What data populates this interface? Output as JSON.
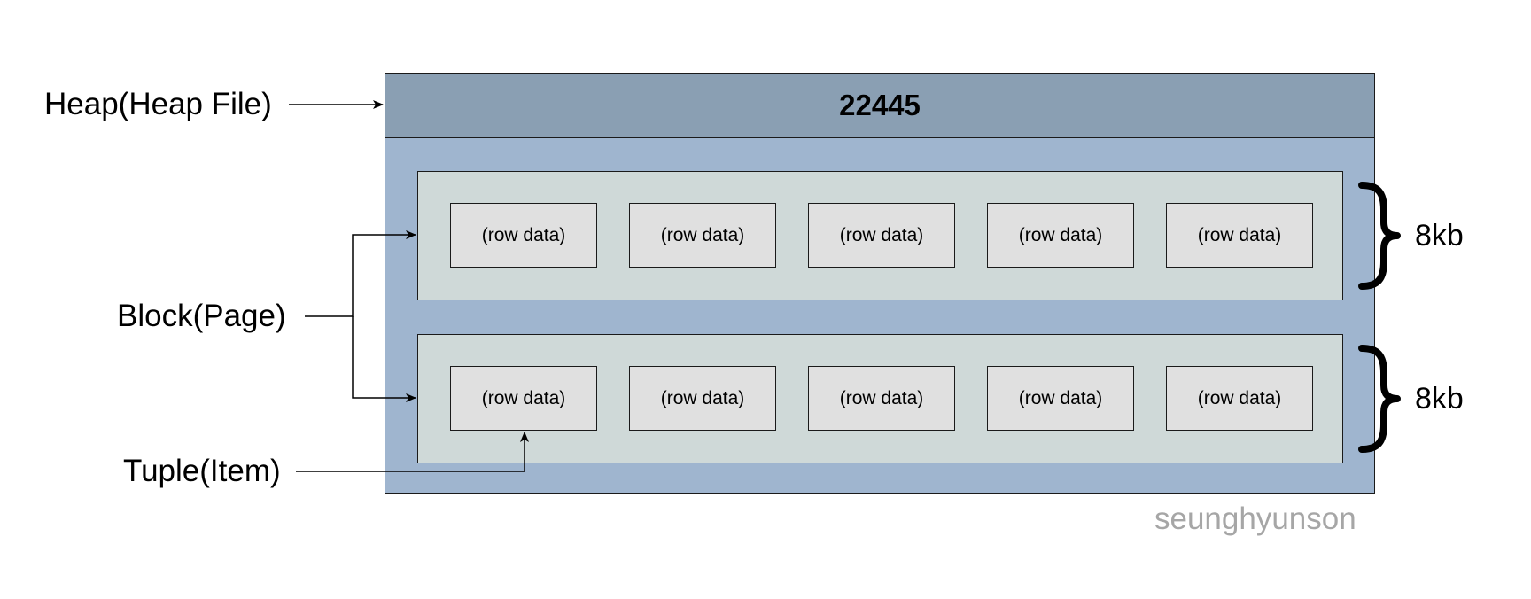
{
  "heap": {
    "label": "Heap(Heap File)",
    "title": "22445"
  },
  "block_label": "Block(Page)",
  "tuple_label": "Tuple(Item)",
  "blocks": [
    {
      "size": "8kb",
      "rows": [
        "(row data)",
        "(row data)",
        "(row data)",
        "(row data)",
        "(row data)"
      ]
    },
    {
      "size": "8kb",
      "rows": [
        "(row data)",
        "(row data)",
        "(row data)",
        "(row data)",
        "(row data)"
      ]
    }
  ],
  "watermark": "seunghyunson",
  "colors": {
    "heap_header": "#8a9fb3",
    "heap_body": "#9fb5cf",
    "block_fill": "#cfd9d8",
    "row_fill": "#e0e0e0",
    "watermark": "#a6a6a6"
  }
}
